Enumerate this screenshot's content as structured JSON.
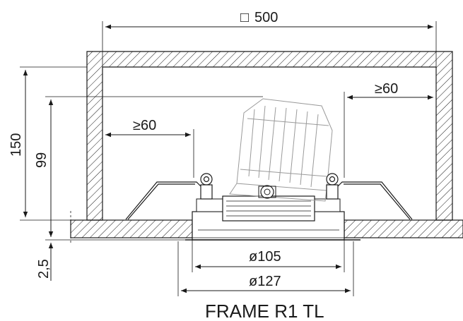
{
  "dimensions": {
    "box_width": "500",
    "box_symbol": "□",
    "clearance_right": "≥60",
    "clearance_left": "≥60",
    "height_total": "150",
    "height_fixture": "99",
    "ceiling_thickness": "2,5",
    "diameter_cutout": "ø105",
    "diameter_outer": "ø127"
  },
  "caption": "FRAME R1 TL",
  "colors": {
    "line": "#1a1a1a",
    "light_line": "#9a9a9a",
    "background": "#ffffff"
  }
}
